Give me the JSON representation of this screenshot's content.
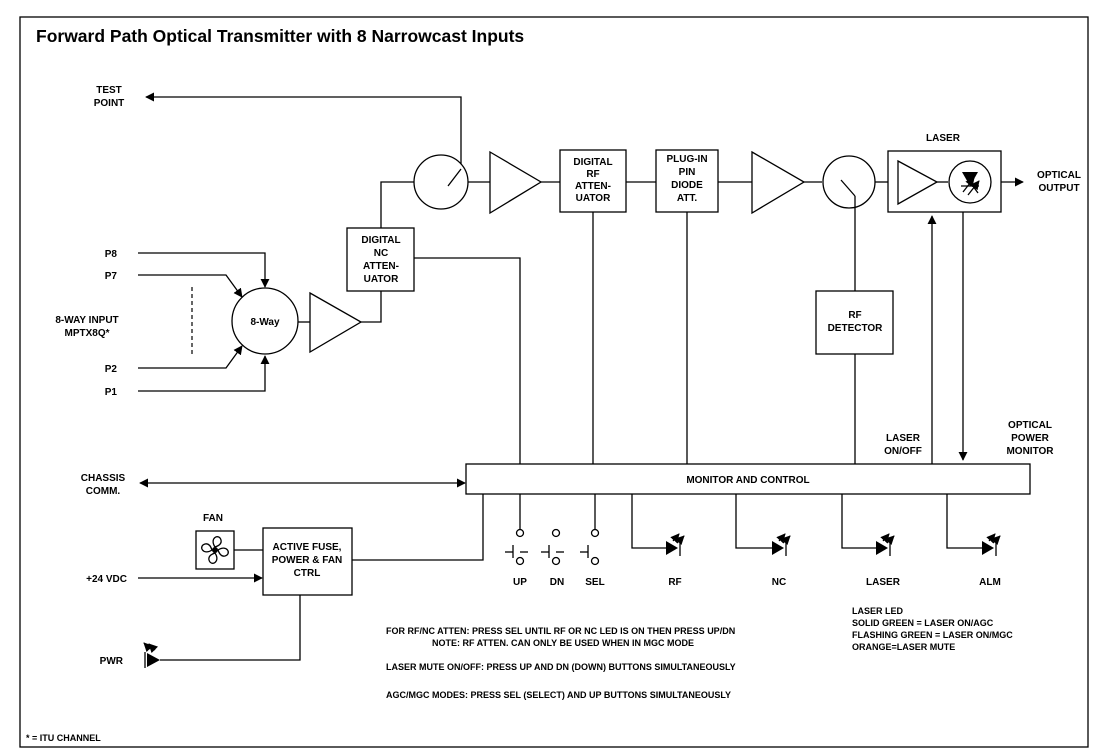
{
  "title": "Forward Path Optical Transmitter with 8 Narrowcast Inputs",
  "labels": {
    "test_point": [
      "TEST",
      "POINT"
    ],
    "digital_rf_atten": [
      "DIGITAL",
      "RF",
      "ATTEN-",
      "UATOR"
    ],
    "plugin_pin_diode": [
      "PLUG-IN",
      "PIN",
      "DIODE",
      "ATT."
    ],
    "laser_title": "LASER",
    "optical_output": [
      "OPTICAL",
      "OUTPUT"
    ],
    "digital_nc_atten": [
      "DIGITAL",
      "NC",
      "ATTEN-",
      "UATOR"
    ],
    "p8": "P8",
    "p7": "P7",
    "p2": "P2",
    "p1": "P1",
    "eight_way_input": [
      "8-WAY INPUT",
      "MPTX8Q*"
    ],
    "eight_way": "8-Way",
    "rf_detector": [
      "RF",
      "DETECTOR"
    ],
    "laser_onoff": [
      "LASER",
      "ON/OFF"
    ],
    "optical_power_monitor": [
      "OPTICAL",
      "POWER",
      "MONITOR"
    ],
    "chassis_comm": [
      "CHASSIS",
      "COMM."
    ],
    "monitor_control": "MONITOR AND CONTROL",
    "fan": "FAN",
    "active_fuse": [
      "ACTIVE FUSE,",
      "POWER & FAN",
      "CTRL"
    ],
    "vdc": "+24 VDC",
    "pwr": "PWR",
    "btn_up": "UP",
    "btn_dn": "DN",
    "btn_sel": "SEL",
    "led_rf": "RF",
    "led_nc": "NC",
    "led_laser": "LASER",
    "led_alm": "ALM",
    "itu_note": "* = ITU CHANNEL"
  },
  "notes": {
    "rfnc_1": "FOR RF/NC ATTEN: PRESS SEL UNTIL RF OR NC LED IS ON THEN PRESS UP/DN",
    "rfnc_2": "NOTE: RF ATTEN. CAN ONLY BE USED WHEN IN MGC MODE",
    "laser_mute": "LASER MUTE ON/OFF: PRESS UP AND DN (DOWN) BUTTONS SIMULTANEOUSLY",
    "agc_mgc": "AGC/MGC MODES: PRESS SEL (SELECT) AND UP BUTTONS SIMULTANEOUSLY",
    "laser_led": [
      "LASER LED",
      "SOLID GREEN = LASER ON/AGC",
      "FLASHING GREEN = LASER ON/MGC",
      "ORANGE=LASER MUTE"
    ]
  }
}
